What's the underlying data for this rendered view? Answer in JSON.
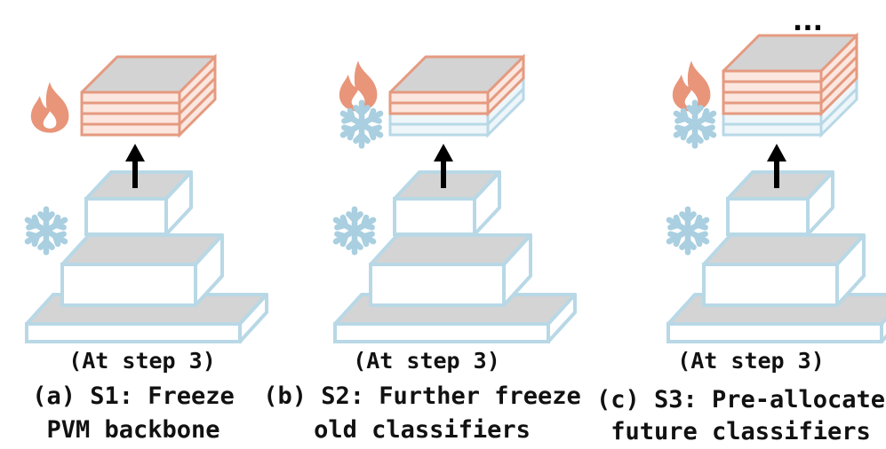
{
  "colors": {
    "frozen_stroke": "#b8d8e6",
    "frozen_fill": "#ffffff",
    "frozen_top": "#d4d4d4",
    "trainable_stroke": "#e59a80",
    "trainable_fill": "#fbe7df",
    "trainable_top": "#d3d3d3",
    "flame": "#e8957a",
    "snowflake": "#a9cfe0",
    "arrow": "#000000"
  },
  "icons": {
    "trainable": "flame-icon",
    "frozen": "snowflake-icon"
  },
  "panels": [
    {
      "id": "a",
      "step_label": "(At step 3)",
      "caption_line1": "(a) S1: Freeze",
      "caption_line2": "PVM backbone",
      "head_layers": [
        "trainable",
        "trainable",
        "trainable",
        "trainable"
      ],
      "show_ellipsis": false
    },
    {
      "id": "b",
      "step_label": "(At step 3)",
      "caption_line1": "(b) S2: Further freeze",
      "caption_line2": "old classifiers",
      "head_layers": [
        "frozen",
        "frozen",
        "trainable",
        "trainable"
      ],
      "show_ellipsis": false
    },
    {
      "id": "c",
      "step_label": "(At step 3)",
      "caption_line1": "(c) S3: Pre-allocate",
      "caption_line2": "future classifiers",
      "head_layers": [
        "frozen",
        "frozen",
        "trainable",
        "trainable",
        "trainable",
        "trainable"
      ],
      "show_ellipsis": true,
      "ellipsis": "..."
    }
  ]
}
